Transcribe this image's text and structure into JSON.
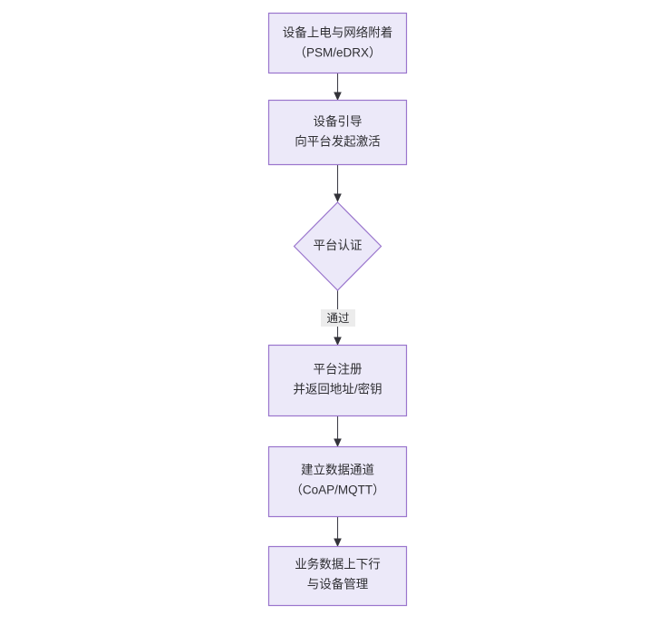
{
  "diagram": {
    "type": "flowchart",
    "direction": "top-to-bottom",
    "theme": {
      "node_fill": "#ece9f9",
      "node_border": "#9a75cd",
      "text_color": "#2f2f33",
      "edge_color": "#40404a",
      "edge_label_bg": "#ececec",
      "background": "#ffffff"
    },
    "nodes": [
      {
        "id": "node-power-on",
        "shape": "rect",
        "lines": [
          "设备上电与网络附着",
          "（PSM/eDRX）"
        ]
      },
      {
        "id": "node-bootstrap",
        "shape": "rect",
        "lines": [
          "设备引导",
          "向平台发起激活"
        ]
      },
      {
        "id": "node-auth",
        "shape": "diamond",
        "lines": [
          "平台认证"
        ]
      },
      {
        "id": "node-register",
        "shape": "rect",
        "lines": [
          "平台注册",
          "并返回地址/密钥"
        ]
      },
      {
        "id": "node-channel",
        "shape": "rect",
        "lines": [
          "建立数据通道",
          "（CoAP/MQTT）"
        ]
      },
      {
        "id": "node-business",
        "shape": "rect",
        "lines": [
          "业务数据上下行",
          "与设备管理"
        ]
      }
    ],
    "edges": [
      {
        "id": "edge-1",
        "from": "node-power-on",
        "to": "node-bootstrap",
        "label": ""
      },
      {
        "id": "edge-2",
        "from": "node-bootstrap",
        "to": "node-auth",
        "label": ""
      },
      {
        "id": "edge-3",
        "from": "node-auth",
        "to": "node-register",
        "label": "通过"
      },
      {
        "id": "edge-4",
        "from": "node-register",
        "to": "node-channel",
        "label": ""
      },
      {
        "id": "edge-5",
        "from": "node-channel",
        "to": "node-business",
        "label": ""
      }
    ]
  }
}
